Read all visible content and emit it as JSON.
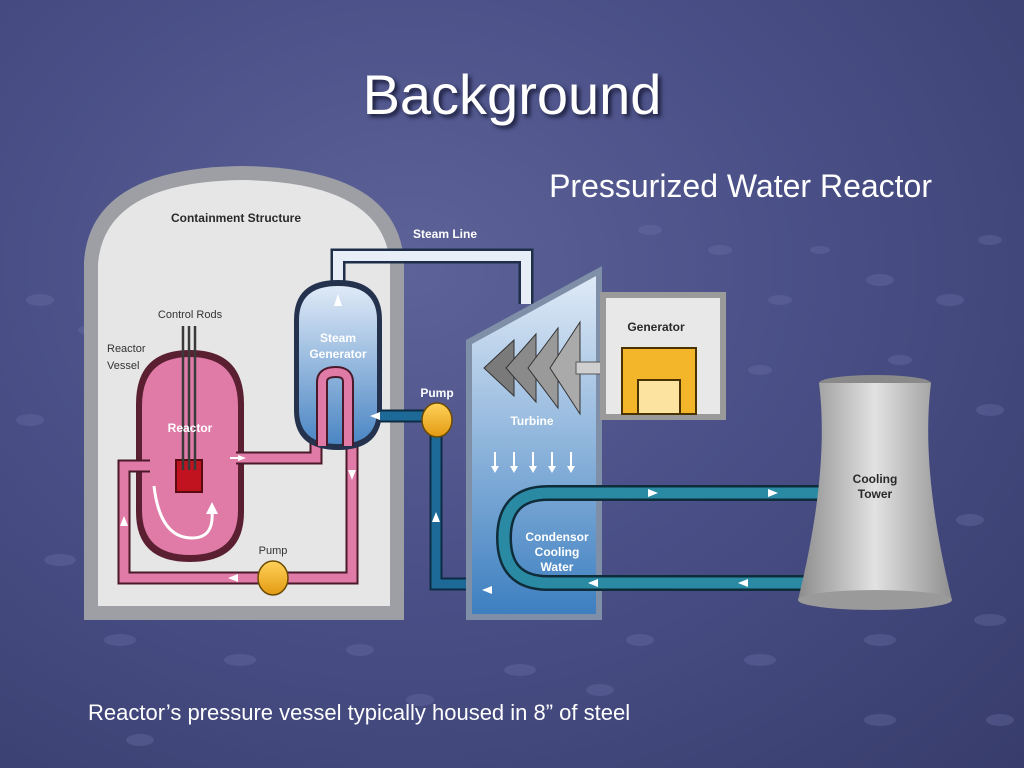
{
  "slide": {
    "title": "Background",
    "subtitle": "Pressurized Water Reactor",
    "caption": "Reactor’s pressure vessel typically housed in 8” of steel"
  },
  "diagram": {
    "labels": {
      "containment": "Containment Structure",
      "steam_line": "Steam Line",
      "control_rods": "Control Rods",
      "reactor_vessel_1": "Reactor",
      "reactor_vessel_2": "Vessel",
      "reactor": "Reactor",
      "steam_generator_1": "Steam",
      "steam_generator_2": "Generator",
      "pump_primary": "Pump",
      "pump_secondary": "Pump",
      "turbine": "Turbine",
      "generator": "Generator",
      "condensor_1": "Condensor",
      "condensor_2": "Cooling",
      "condensor_3": "Water",
      "cooling_tower_1": "Cooling",
      "cooling_tower_2": "Tower"
    },
    "colors": {
      "primary_loop": "#d9719b",
      "secondary_loop": "#1d6a99",
      "cooling_loop": "#2a8aa3",
      "pump": "#f3b52a",
      "generator": "#f3b52a",
      "containment": "#e6e6e6"
    }
  }
}
